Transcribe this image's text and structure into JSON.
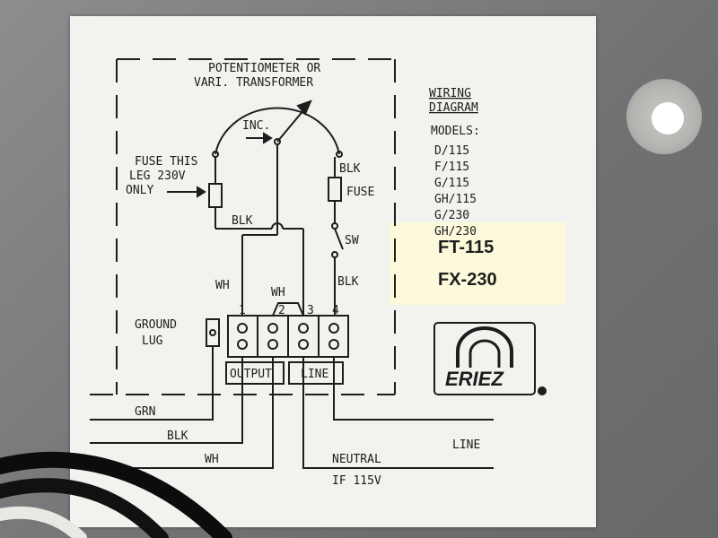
{
  "diagram": {
    "heading_line1": "POTENTIOMETER OR",
    "heading_line2": "VARI. TRANSFORMER",
    "inc_label": "INC.",
    "fuse_note_line1": "FUSE THIS",
    "fuse_note_line2": "LEG 230V",
    "fuse_note_line3": "ONLY",
    "blk_top": "BLK",
    "fuse_label": "FUSE",
    "blk_mid": "BLK",
    "sw_label": "SW",
    "blk_right": "BLK",
    "wh_left": "WH",
    "wh_jumper": "WH",
    "terminal_numbers": [
      "1",
      "2",
      "3",
      "4"
    ],
    "ground_line1": "GROUND",
    "ground_line2": "LUG",
    "output_label": "OUTPUT",
    "line_label": "LINE",
    "grn_label": "GRN",
    "blk_bottom": "BLK",
    "wh_bottom": "WH",
    "line_right": "LINE",
    "neutral_line1": "NEUTRAL",
    "neutral_line2": "IF 115V"
  },
  "models_block": {
    "title_line1": "WIRING",
    "title_line2": "DIAGRAM",
    "models_heading": "MODELS:",
    "models": [
      "D/115",
      "F/115",
      "G/115",
      "GH/115",
      "G/230",
      "GH/230"
    ],
    "sticker_line1": "FT-115",
    "sticker_line2": "FX-230"
  },
  "brand": {
    "logo_text": "ERIEZ"
  },
  "colors": {
    "ink": "#1d1d1d",
    "sheet": "#f2f2ef",
    "panel": "#7d7f80",
    "tape": "#fffad7"
  }
}
